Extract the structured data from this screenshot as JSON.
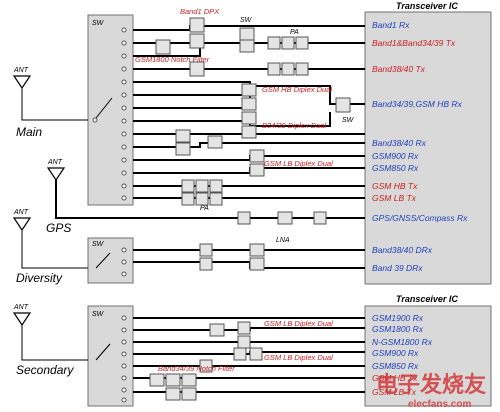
{
  "main_ic_title": "Transceiver IC",
  "secondary_ic_title": "Transceiver IC",
  "side_labels": {
    "main": "Main",
    "gps": "GPS",
    "diversity": "Diversity",
    "secondary": "Secondary"
  },
  "ant_label": "ANT",
  "switch_label": "SW",
  "pa_label": "PA",
  "lna_label": "LNA",
  "component_labels": {
    "band1_dpx": "Band1 DPX",
    "gsm1800_notch": "GSM1800 Notch Filter",
    "gsm_hb_diplex": "GSM HB Diplex Dual",
    "b34_39_diplex": "B34/39 Diplex Dual",
    "gsm_lb_diplex": "GSM LB Diplex Dual",
    "sec_gsm_lb_diplex_1": "GSM LB Diplex Dual",
    "sec_gsm_lb_diplex_2": "GSM LB Diplex Dual",
    "band34_39_notch": "Band34/39 Notch Filter"
  },
  "main_ports": [
    {
      "label": "Band1 Rx",
      "color": "#1f3fbf"
    },
    {
      "label": "Band1&Band34/39 Tx",
      "color": "#cc1f1f"
    },
    {
      "label": "Band38/40 Tx",
      "color": "#cc1f1f"
    },
    {
      "label": "Band34/39,GSM HB Rx",
      "color": "#1f3fbf"
    },
    {
      "label": "Band38/40 Rx",
      "color": "#1f3fbf"
    },
    {
      "label": "GSM900 Rx",
      "color": "#1f3fbf"
    },
    {
      "label": "GSM850 Rx",
      "color": "#1f3fbf"
    },
    {
      "label": "GSM HB Tx",
      "color": "#cc1f1f"
    },
    {
      "label": "GSM LB Tx",
      "color": "#cc1f1f"
    },
    {
      "label": "GPS/GNSS/Compass Rx",
      "color": "#1f3fbf"
    },
    {
      "label": "Band38/40 DRx",
      "color": "#1f3fbf"
    },
    {
      "label": "Band 39 DRx",
      "color": "#1f3fbf"
    }
  ],
  "secondary_ports": [
    {
      "label": "GSM1900 Rx",
      "color": "#1f3fbf"
    },
    {
      "label": "GSM1800 Rx",
      "color": "#1f3fbf"
    },
    {
      "label": "N-GSM1800 Rx",
      "color": "#1f3fbf"
    },
    {
      "label": "GSM900 Rx",
      "color": "#1f3fbf"
    },
    {
      "label": "GSM850 Rx",
      "color": "#1f3fbf"
    },
    {
      "label": "GSM HB Tx",
      "color": "#cc1f1f"
    },
    {
      "label": "GSM LB Tx",
      "color": "#cc1f1f"
    }
  ],
  "watermark": {
    "text": "电子发烧友",
    "url": "elecfans.com"
  }
}
